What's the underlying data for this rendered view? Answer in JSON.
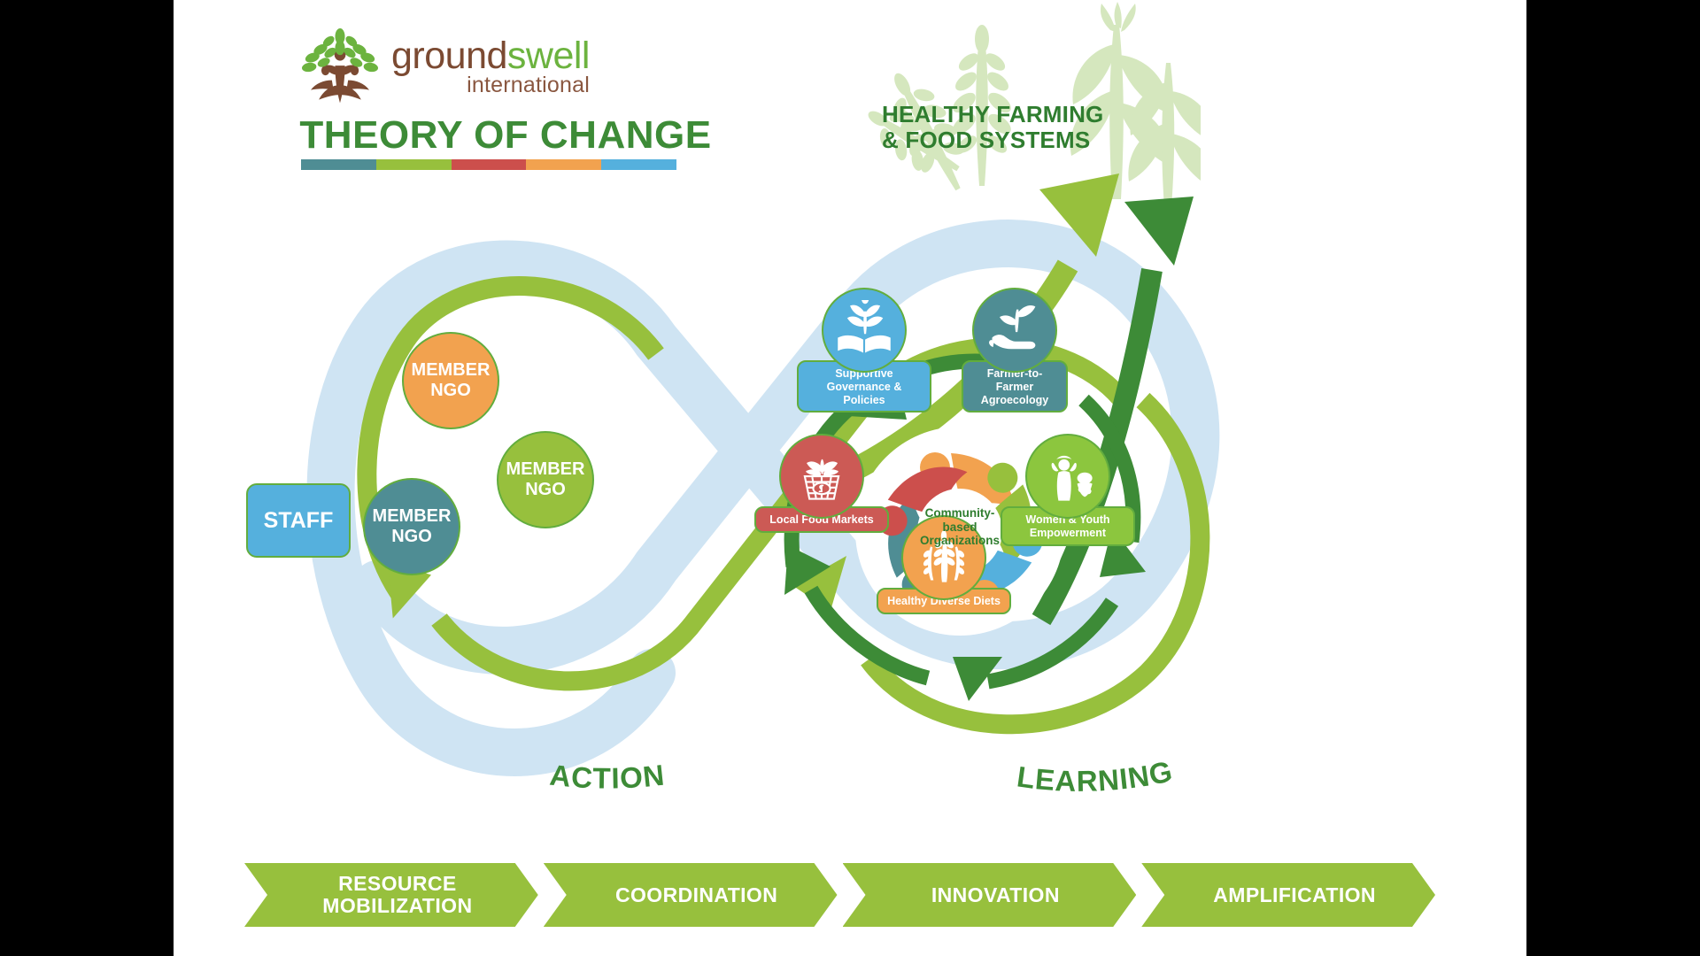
{
  "brand": {
    "logo_line1_part1": "ground",
    "logo_line1_part2": "swell",
    "logo_line2": "international",
    "logo_icon": "tree-people-logo"
  },
  "title": {
    "main": "THEORY OF CHANGE",
    "bar_colors": [
      "#4f8d94",
      "#97c03d",
      "#cc4f4c",
      "#f2a24f",
      "#55b0dd"
    ]
  },
  "headline": {
    "line1": "HEALTHY FARMING",
    "line2": "& FOOD SYSTEMS",
    "color": "#2f7d2f"
  },
  "loops": {
    "action_label": "ACTION",
    "learning_label": "LEARNING",
    "label_color": "#3d8b37",
    "band_color": "#cfe4f3",
    "arrow_color": "#97c03d"
  },
  "action_nodes": [
    {
      "name": "staff",
      "label": "STAFF",
      "color": "#55b0dd",
      "shape": "rounded-rect"
    },
    {
      "name": "member-ngo-1",
      "label": "MEMBER\nNGO",
      "color": "#f2a24f",
      "shape": "circle"
    },
    {
      "name": "member-ngo-2",
      "label": "MEMBER\nNGO",
      "color": "#4f8d94",
      "shape": "circle"
    },
    {
      "name": "member-ngo-3",
      "label": "MEMBER\nNGO",
      "color": "#97c03d",
      "shape": "circle"
    }
  ],
  "learning_center": {
    "label": "Community-\nbased\nOrganizations",
    "icon": "people-circle-icon",
    "petal_colors": [
      "#f2a24f",
      "#97c03d",
      "#55b0dd",
      "#f2a24f",
      "#4f8d94",
      "#cc4f4c"
    ]
  },
  "learning_nodes": [
    {
      "name": "supportive-governance",
      "label": "Supportive\nGovernance & Policies",
      "color": "#55b0dd",
      "icon": "book-plant-icon"
    },
    {
      "name": "farmer-to-farmer",
      "label": "Farmer-to-Farmer\nAgroecology",
      "color": "#4f8d94",
      "icon": "hand-seedling-icon"
    },
    {
      "name": "women-youth",
      "label": "Women & Youth\nEmpowerment",
      "color": "#8cc63e",
      "icon": "woman-carrying-basket-icon"
    },
    {
      "name": "healthy-diets",
      "label": "Healthy Diverse Diets",
      "color": "#f2a24f",
      "icon": "wheat-sheaf-icon"
    },
    {
      "name": "local-food-markets",
      "label": "Local Food Markets",
      "color": "#cc5a55",
      "icon": "market-basket-icon"
    }
  ],
  "bottom_steps": [
    {
      "name": "resource-mobilization",
      "label": "RESOURCE\nMOBILIZATION"
    },
    {
      "name": "coordination",
      "label": "COORDINATION"
    },
    {
      "name": "innovation",
      "label": "INNOVATION"
    },
    {
      "name": "amplification",
      "label": "AMPLIFICATION"
    }
  ],
  "chevron_color": "#97c03d"
}
